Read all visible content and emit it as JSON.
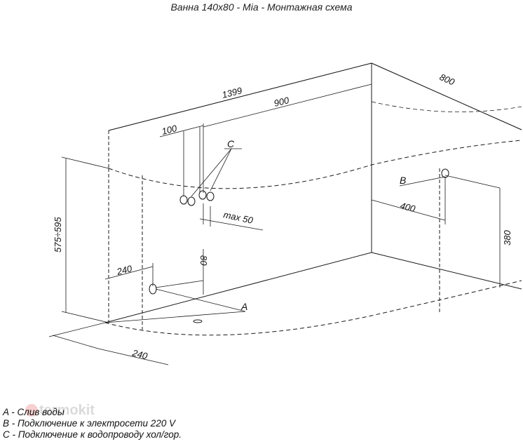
{
  "title": "Ванна 140x80 - Mia - Монтажная схема",
  "dimensions": {
    "length": "1399",
    "width": "800",
    "d900": "900",
    "d100": "100",
    "height": "575÷595",
    "d240_top": "240",
    "d240_bottom": "240",
    "d80": "80",
    "max50": "max 50",
    "d400": "400",
    "d380": "380"
  },
  "labels": {
    "a": "A",
    "b": "B",
    "c": "C"
  },
  "legend": [
    "A - Слив воды",
    "B - Подключение к электросети 220 V",
    "C - Подключение к водопроводу хол/гор."
  ],
  "watermark": "termokit",
  "colors": {
    "line": "#1a1a1a",
    "hidden": "#555555"
  }
}
